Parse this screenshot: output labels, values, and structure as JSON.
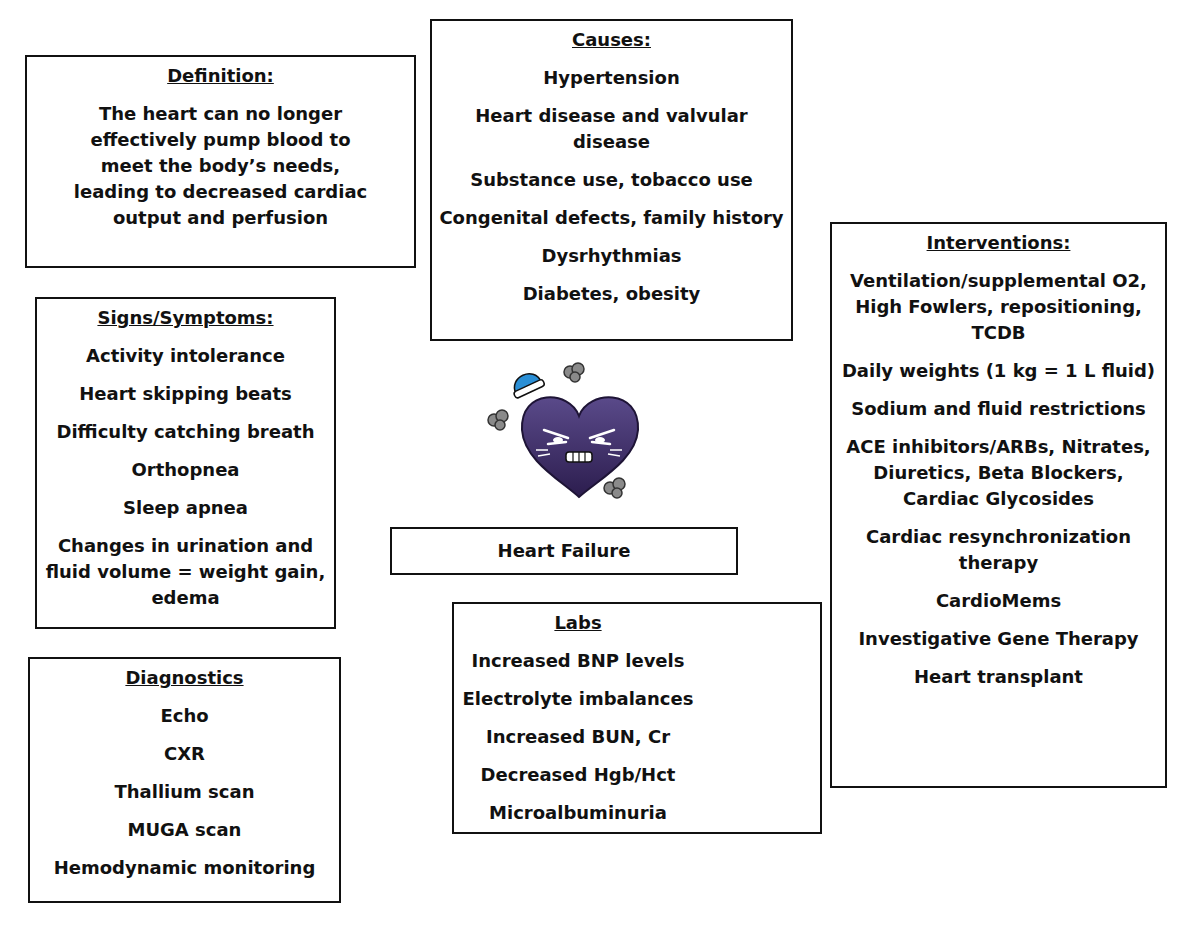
{
  "diagram": {
    "nodes": [
      {
        "text": [
          "Definition:",
          "The heart can no longer effectively pump blood to meet the body’s needs, leading to decreased cardiac output and perfusion"
        ]
      },
      {
        "text": [
          "Causes:",
          "Hypertension",
          "Heart disease and valvular disease",
          "Substance use, tobacco use",
          "Congenital defects, family history",
          "Dysrhythmias",
          "Diabetes, obesity"
        ]
      },
      {
        "text": [
          "Interventions:",
          "Ventilation/supplemental O2, High Fowlers, repositioning, TCDB",
          "Daily weights (1 kg = 1 L fluid)",
          "Sodium and fluid restrictions",
          "ACE inhibitors/ARBs, Nitrates, Diuretics, Beta Blockers, Cardiac Glycosides",
          "Cardiac resynchronization therapy",
          "CardioMems",
          "Investigative Gene Therapy",
          "Heart transplant"
        ]
      },
      {
        "text": [
          "Signs/Symptoms:",
          "Activity intolerance",
          "Heart skipping beats",
          "Difficulty catching breath",
          "Orthopnea",
          "Sleep apnea",
          "Changes in urination and fluid volume = weight gain, edema"
        ]
      },
      {
        "text": [
          "Heart Failure"
        ]
      },
      {
        "text": [
          "Labs",
          "Increased BNP levels",
          "Electrolyte imbalances",
          "Increased BUN, Cr",
          "Decreased Hgb/Hct",
          "Microalbuminuria"
        ]
      },
      {
        "text": [
          "Diagnostics",
          "Echo",
          "CXR",
          "Thallium scan",
          "MUGA scan",
          "Hemodynamic monitoring"
        ]
      }
    ]
  }
}
